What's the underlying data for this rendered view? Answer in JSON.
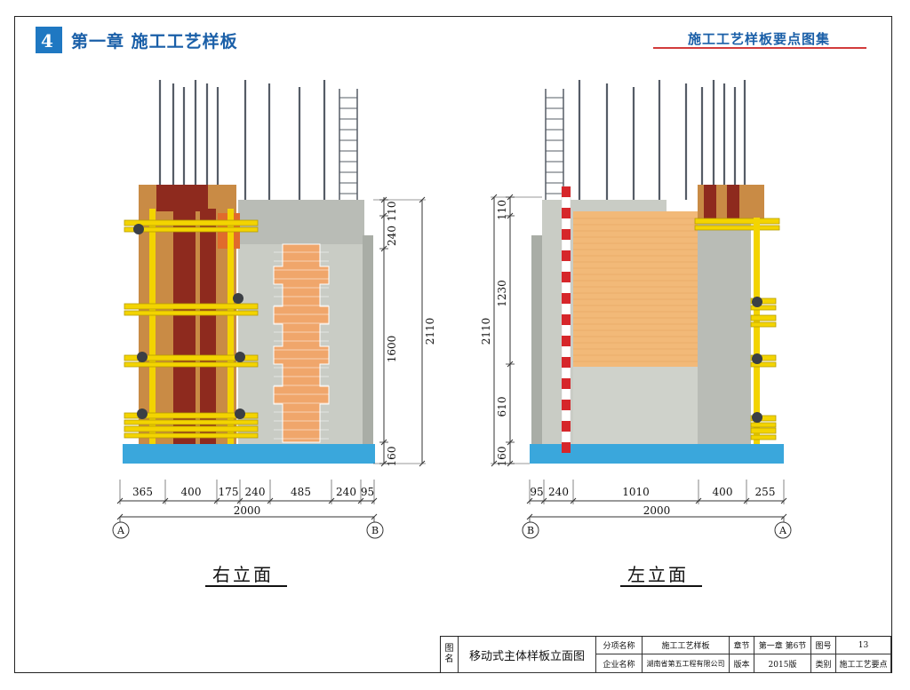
{
  "header": {
    "chapter_title": "第一章 施工工艺样板",
    "atlas_title": "施工工艺样板要点图集",
    "logo_icon": "company-logo-icon"
  },
  "drawing": {
    "right_elevation": {
      "caption": "右立面",
      "vertical_dims": [
        "110",
        "240",
        "1600",
        "160"
      ],
      "total_height": "2110",
      "horizontal_dims": [
        "365",
        "400",
        "175",
        "240",
        "485",
        "240",
        "95"
      ],
      "total_width": "2000",
      "axis_left": "A",
      "axis_right": "B"
    },
    "left_elevation": {
      "caption": "左立面",
      "vertical_dims": [
        "110",
        "1230",
        "610",
        "160"
      ],
      "total_height": "2110",
      "horizontal_dims": [
        "95",
        "240",
        "1010",
        "400",
        "255"
      ],
      "total_width": "2000",
      "axis_left": "B",
      "axis_right": "A"
    }
  },
  "title_block": {
    "drawing_name_label": "图名",
    "drawing_name": "移动式主体样板立面图",
    "project_label": "分项名称",
    "project_value": "施工工艺样板",
    "chapter_label": "章节",
    "chapter_value": "第一章 第6节",
    "sheet_label": "图号",
    "sheet_value": "13",
    "company_label": "企业名称",
    "company_value": "湖南省第五工程有限公司",
    "edition_label": "版本",
    "edition_value": "2015版",
    "category_label": "类别",
    "category_value": "施工工艺要点"
  },
  "colors": {
    "accent_blue": "#1a5fa8",
    "base_blue": "#3aa7dc",
    "scaffold_yellow": "#f3d400",
    "brick_orange": "#f0a66b",
    "formwork_wood": "#c98b45",
    "formwork_red": "#8e2a1e",
    "concrete_gray": "#b9bcb6"
  }
}
